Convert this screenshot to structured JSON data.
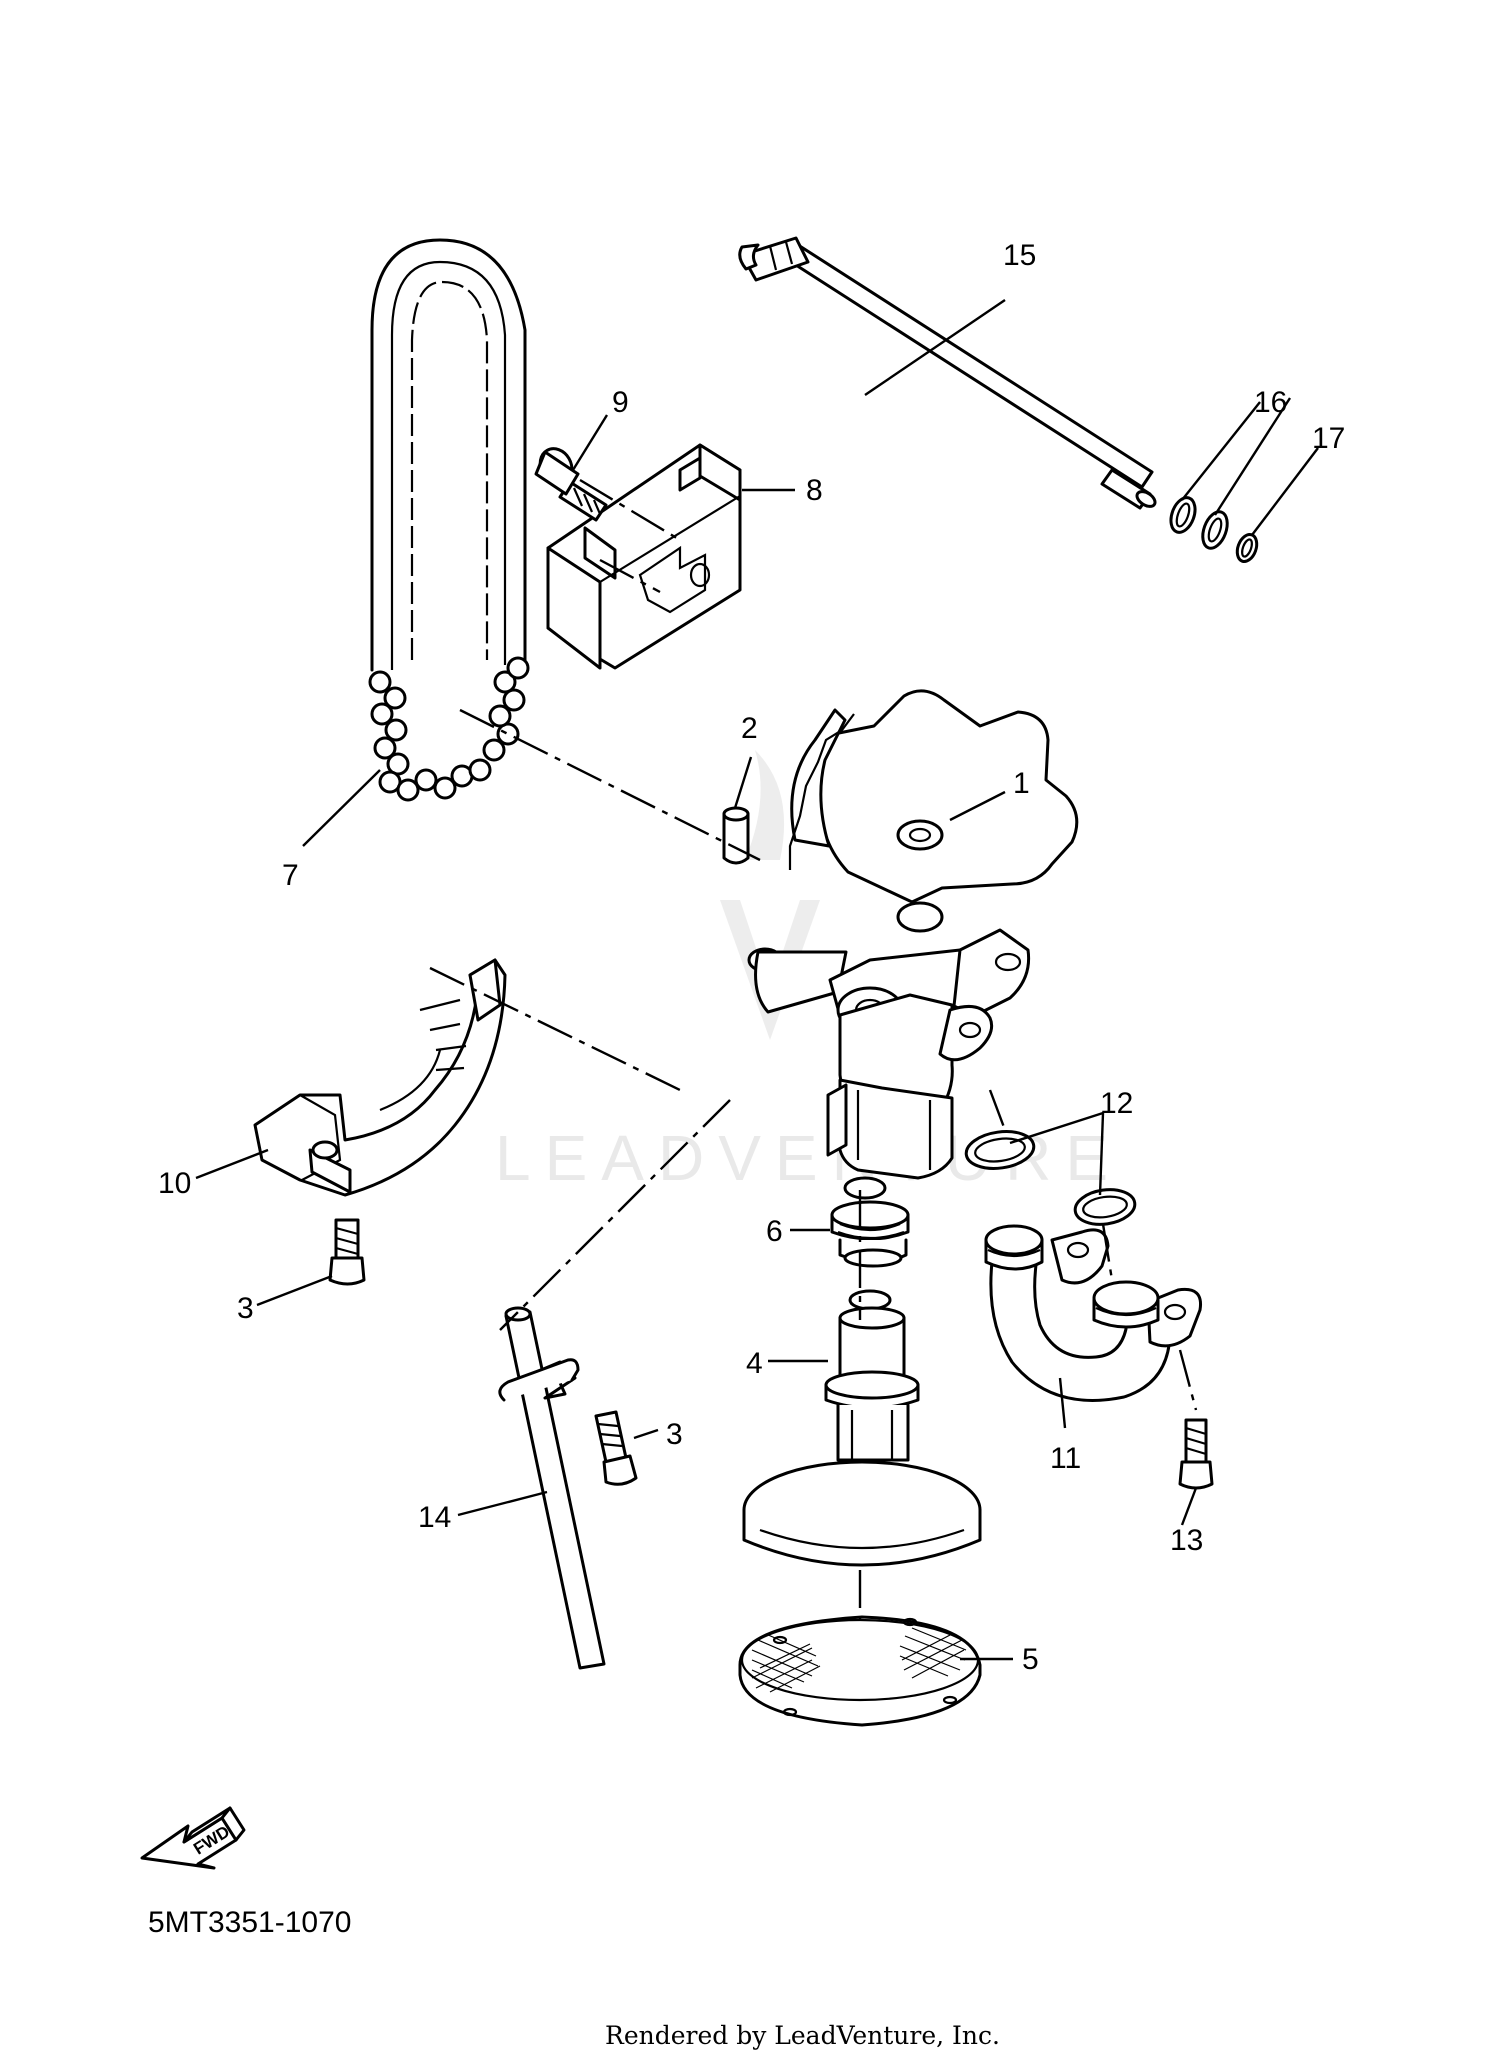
{
  "watermark": "LEADVENTURE",
  "diagram_code": "5MT3351-1070",
  "credit": "Rendered by LeadVenture, Inc.",
  "fwd_label": "FWD",
  "callouts": {
    "c1": "1",
    "c2": "2",
    "c3a": "3",
    "c3b": "3",
    "c4": "4",
    "c5": "5",
    "c6": "6",
    "c7": "7",
    "c8": "8",
    "c9": "9",
    "c10": "10",
    "c11": "11",
    "c12": "12",
    "c13": "13",
    "c14": "14",
    "c15": "15",
    "c16": "16",
    "c17": "17"
  }
}
